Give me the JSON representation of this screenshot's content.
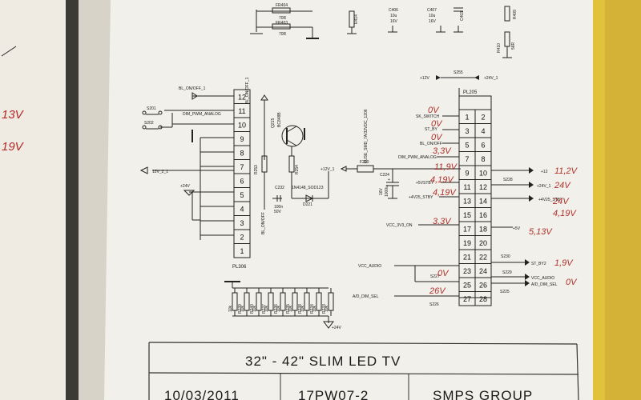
{
  "top_parts": {
    "fr404": "FR404",
    "fr404_val": "70R",
    "fr403": "FR403",
    "fr403_val": "70R",
    "r_top": "R414",
    "c406": "C406",
    "c406_v1": "10u",
    "c406_v2": "16V",
    "c407": "C407",
    "c407_v1": "10u",
    "c407_v2": "16V",
    "c403": "C403",
    "r_right_top": "R409",
    "r410": "R410",
    "r410_val": "56R"
  },
  "pl306": {
    "name": "PL306",
    "pins": [
      "12",
      "11",
      "10",
      "9",
      "8",
      "7",
      "6",
      "5",
      "4",
      "3",
      "2",
      "1"
    ],
    "label_bl_on": "BL_ON/OFF_1",
    "label_dim": "DIM_PWM_ANALOG",
    "label_24v": "+24V",
    "s201": "S201",
    "s202": "S202",
    "label_12v": "12V_2_1"
  },
  "middle": {
    "bl_on_top": "BL_ON/OFF_1",
    "q_name": "Q215",
    "q_part": "BC848B",
    "r253": "R253",
    "r254": "R254",
    "c232": "C232",
    "c232_v1": "100n",
    "c232_v2": "50V",
    "d221": "D221",
    "d221_part": "1N4148_SOD123",
    "bl_onoff_bottom": "BL_ON/OFF",
    "label_12v_1": "+12V_1",
    "fuse": "FUSE_SMD_7A/32VDC_1206",
    "f200": "F200",
    "c224": "C224",
    "c224_v1": "16V",
    "c224_v2": "1000u",
    "c224_plus": "+"
  },
  "pl205": {
    "name": "PL205",
    "pins_left": [
      "1",
      "3",
      "5",
      "7",
      "9",
      "11",
      "13",
      "15",
      "17",
      "19",
      "21",
      "23",
      "25",
      "27"
    ],
    "pins_right": [
      "2",
      "4",
      "6",
      "8",
      "10",
      "12",
      "14",
      "16",
      "18",
      "20",
      "22",
      "24",
      "26",
      "28"
    ],
    "left_labels": {
      "sw_switch": "SK_SWITCH",
      "st_by": "ST_BY",
      "bl_on": "BL_ON/OFF",
      "dim": "DIM_PWM_ANALOG",
      "v5": "+5VSTBY",
      "v4v25": "+4V25_STBY",
      "vcc3v3": "VCC_3V3_ON",
      "vcc_audio": "VCC_AUDIO",
      "ad_dim": "A/D_DIM_SEL"
    },
    "right_labels": {
      "p12": "+12",
      "p24": "+24V_1",
      "p4v25": "+4V25_STBY",
      "p5v": "+5V",
      "st_by2": "ST_BY2",
      "vcc_audio": "VCC_AUDIO",
      "ad_dim": "A/D_DIM_SEL"
    },
    "top_12v": "+12V",
    "top_s255": "S255",
    "top_24v": "+24V_1",
    "s228": "S228",
    "s230": "S230",
    "s229": "S229",
    "s227": "S227",
    "s225": "S225",
    "s226": "S226"
  },
  "handwritten": {
    "left_1": "13V",
    "left_2": "19V",
    "v0a": "0V",
    "v0b": "0V",
    "v0c": "0V",
    "v33": "3,3V",
    "v119": "11,9V",
    "v419a": "4,19V",
    "v419b": "4,19V",
    "r112": "11,2V",
    "r24": "24V",
    "r24b": "24V",
    "r419": "4,19V",
    "r513": "5,13V",
    "v33b": "3,3V",
    "r19": "1,9V",
    "r0v": "0V",
    "s0a": "0V",
    "s26": "26V"
  },
  "resistor_bank": {
    "values": [
      "10k",
      "10k",
      "10k",
      "10k",
      "10k",
      "10k",
      "10k",
      "10k",
      "10k"
    ],
    "names": [
      "R239",
      "R240",
      "R237",
      "R236",
      "R235",
      "R238",
      "R234",
      "R233"
    ],
    "label_24v": "+24V"
  },
  "title_block": {
    "title": "32\"  -  42\"  SLIM LED TV",
    "bottom_1": "10/03/2011",
    "bottom_2": "17PW07-2",
    "bottom_3": "SMPS GROUP"
  }
}
